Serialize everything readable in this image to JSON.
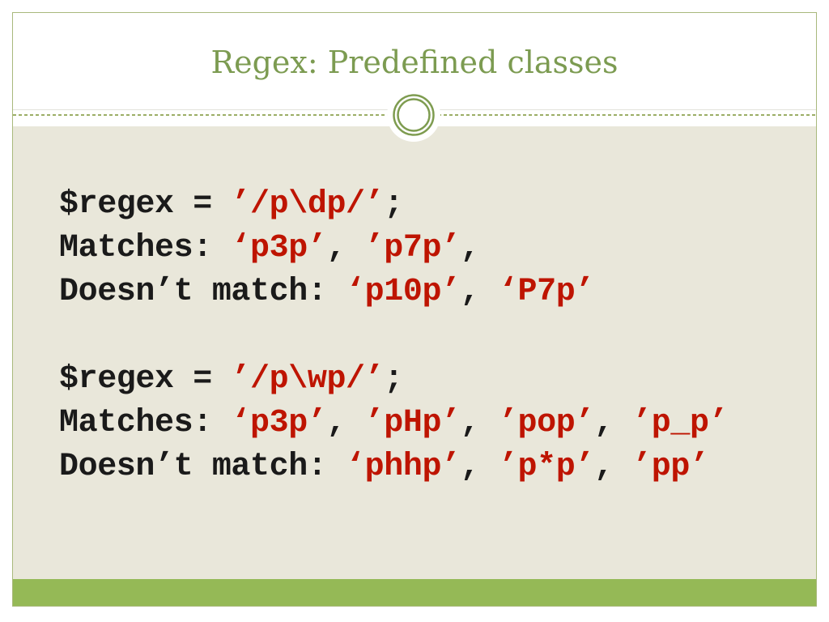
{
  "slide": {
    "title": "Regex: Predefined classes",
    "code_blocks": [
      {
        "lines": [
          [
            {
              "text": "$regex = ",
              "hl": false
            },
            {
              "text": "’/p\\dp/’",
              "hl": true
            },
            {
              "text": ";",
              "hl": false
            }
          ],
          [
            {
              "text": "Matches: ",
              "hl": false
            },
            {
              "text": "‘p3p’",
              "hl": true
            },
            {
              "text": ", ",
              "hl": false
            },
            {
              "text": "’p7p’",
              "hl": true
            },
            {
              "text": ",",
              "hl": false
            }
          ],
          [
            {
              "text": "Doesn’t match: ",
              "hl": false
            },
            {
              "text": "‘p10p’",
              "hl": true
            },
            {
              "text": ", ",
              "hl": false
            },
            {
              "text": "‘P7p’",
              "hl": true
            }
          ]
        ]
      },
      {
        "lines": [
          [
            {
              "text": "$regex = ",
              "hl": false
            },
            {
              "text": "’/p\\wp/’",
              "hl": true
            },
            {
              "text": ";",
              "hl": false
            }
          ],
          [
            {
              "text": "Matches: ",
              "hl": false
            },
            {
              "text": "‘p3p’",
              "hl": true
            },
            {
              "text": ", ",
              "hl": false
            },
            {
              "text": "’pHp’",
              "hl": true
            },
            {
              "text": ", ",
              "hl": false
            },
            {
              "text": "’pop’",
              "hl": true
            },
            {
              "text": ", ",
              "hl": false
            },
            {
              "text": "’p_p’",
              "hl": true
            }
          ],
          [
            {
              "text": "Doesn’t match: ",
              "hl": false
            },
            {
              "text": "‘phhp’",
              "hl": true
            },
            {
              "text": ", ",
              "hl": false
            },
            {
              "text": "’p*p’",
              "hl": true
            },
            {
              "text": ", ",
              "hl": false
            },
            {
              "text": "’pp’",
              "hl": true
            }
          ]
        ]
      }
    ],
    "colors": {
      "title_green": "#7c9b51",
      "accent_green_bar": "#95b956",
      "body_beige": "#e9e7da",
      "code_black": "#1a1a1a",
      "code_red": "#be1400",
      "line_olive": "#9cae66",
      "border_olive": "#a9b97c",
      "ring_green": "#7e9c50"
    }
  }
}
